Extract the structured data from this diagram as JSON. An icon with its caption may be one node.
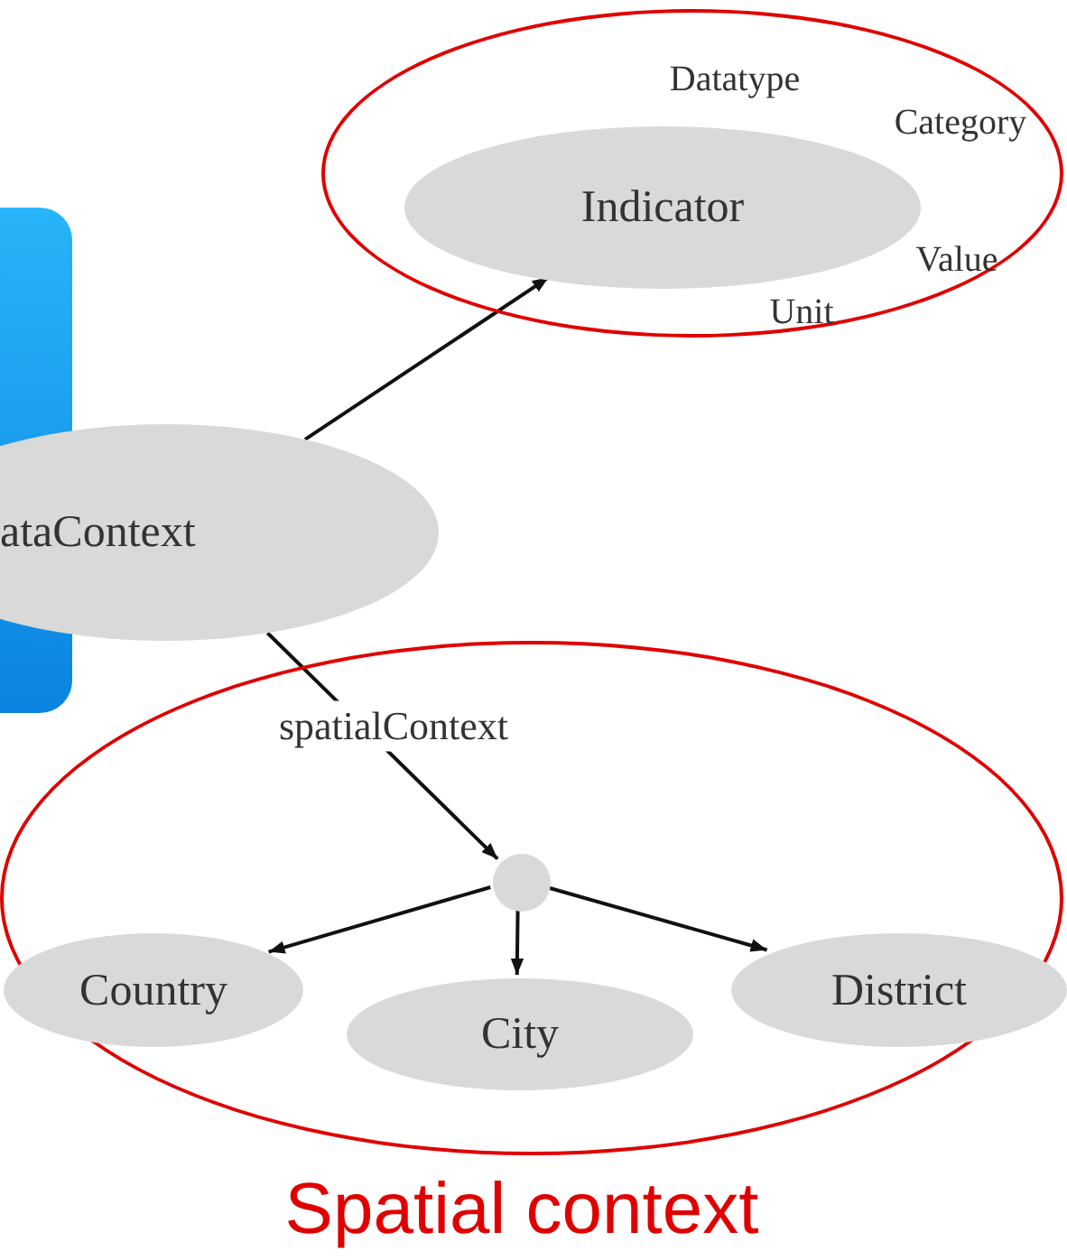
{
  "diagram": {
    "nodes": [
      {
        "text": [
          "Datatype",
          "Category",
          "Value",
          "Unit"
        ]
      },
      {
        "text": [
          "Indicator"
        ],
        "in": 0
      },
      {
        "text": [
          "ataContext"
        ]
      },
      {
        "text": [
          "Spatial context"
        ]
      },
      {
        "text": [],
        "shape": "circle",
        "in": 3
      },
      {
        "text": [
          "Country"
        ],
        "in": 3
      },
      {
        "text": [
          "City"
        ],
        "in": 3
      },
      {
        "text": [
          "District"
        ],
        "in": 3
      }
    ],
    "edges": [
      {
        "from": 2,
        "to": 1,
        "arrow": "to"
      },
      {
        "from": 2,
        "to": 4,
        "arrow": "to",
        "label": "spatialContext"
      },
      {
        "from": 4,
        "to": 5,
        "arrow": "to"
      },
      {
        "from": 4,
        "to": 6,
        "arrow": "to"
      },
      {
        "from": 4,
        "to": 7,
        "arrow": "to"
      }
    ]
  }
}
